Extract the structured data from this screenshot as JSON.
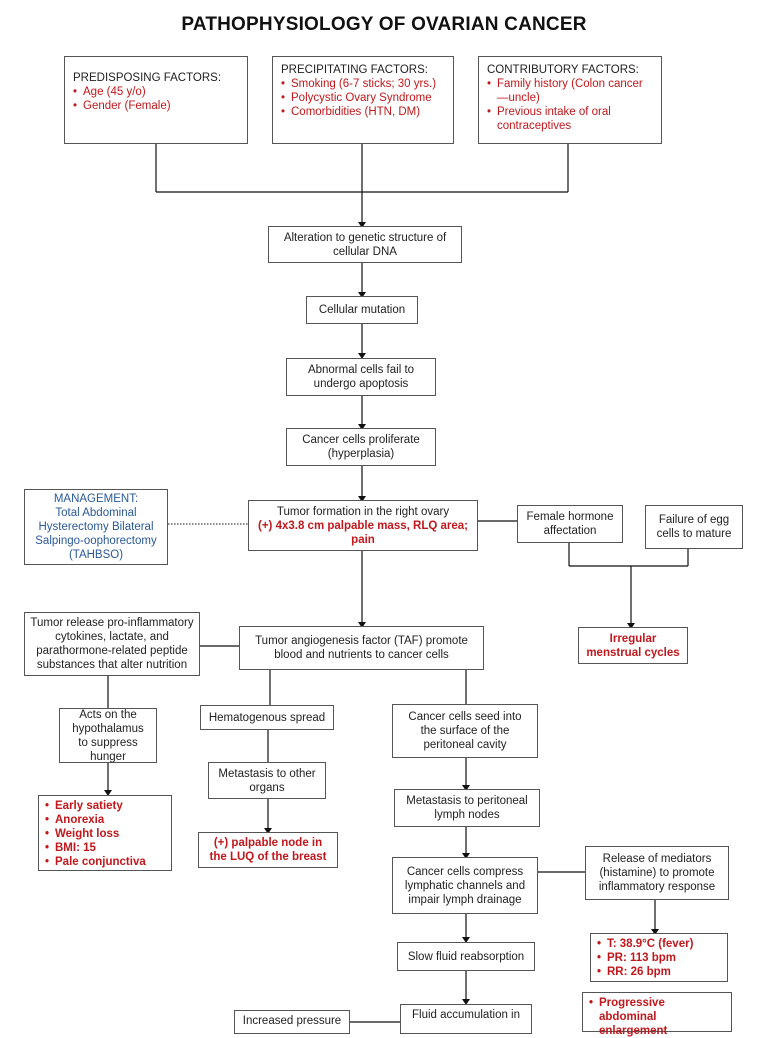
{
  "title": "PATHOPHYSIOLOGY OF OVARIAN CANCER",
  "predisposing": {
    "heading": "PREDISPOSING FACTORS:",
    "items": [
      "Age (45 y/o)",
      "Gender (Female)"
    ]
  },
  "precipitating": {
    "heading": "PRECIPITATING FACTORS:",
    "items": [
      "Smoking (6-7 sticks; 30 yrs.)",
      "Polycystic Ovary Syndrome",
      "Comorbidities (HTN, DM)"
    ]
  },
  "contributory": {
    "heading": "CONTRIBUTORY FACTORS:",
    "items": [
      "Family history (Colon cancer —uncle)",
      "Previous intake of oral contraceptives"
    ]
  },
  "steps": {
    "alteration": "Alteration to genetic structure of cellular DNA",
    "mutation": "Cellular mutation",
    "apoptosis": "Abnormal cells fail to undergo apoptosis",
    "proliferate": "Cancer cells proliferate (hyperplasia)",
    "tumor_formation": "Tumor formation in the right ovary",
    "tumor_formation_finding": "(+) 4x3.8 cm palpable mass, RLQ area; pain",
    "taf": "Tumor angiogenesis factor (TAF) promote blood and nutrients to cancer cells",
    "release_cytokines": "Tumor release pro-inflammatory cytokines, lactate, and parathormone-related peptide substances that alter nutrition",
    "hypothalamus": "Acts on the hypothalamus to suppress hunger",
    "hematogenous": "Hematogenous spread",
    "metastasis_organs": "Metastasis to other organs",
    "seed_peritoneal": "Cancer cells seed into the surface of the peritoneal cavity",
    "metastasis_lymph": "Metastasis to peritoneal lymph nodes",
    "compress_lymph": "Cancer cells compress lymphatic channels and impair lymph drainage",
    "slow_reabsorption": "Slow fluid reabsorption",
    "fluid_accumulation": "Fluid accumulation in",
    "increased_pressure": "Increased pressure",
    "female_hormone": "Female hormone affectation",
    "egg_failure": "Failure of egg cells to mature",
    "mediators": "Release of mediators (histamine) to promote inflammatory response"
  },
  "management": {
    "heading": "MANAGEMENT:",
    "text": "Total Abdominal Hysterectomy Bilateral Salpingo-oophorectomy (TAHBSO)"
  },
  "findings": {
    "menstrual": "Irregular menstrual cycles",
    "hunger_signs": [
      "Early satiety",
      "Anorexia",
      "Weight loss",
      "BMI: 15",
      "Pale conjunctiva"
    ],
    "breast_node": "(+) palpable node in the LUQ of the breast",
    "vitals": [
      "T: 38.9°C (fever)",
      "PR: 113 bpm",
      "RR: 26 bpm"
    ],
    "abdominal": "Progressive abdominal enlargement"
  },
  "colors": {
    "red": "#c0181c",
    "blue": "#2a5a96"
  }
}
